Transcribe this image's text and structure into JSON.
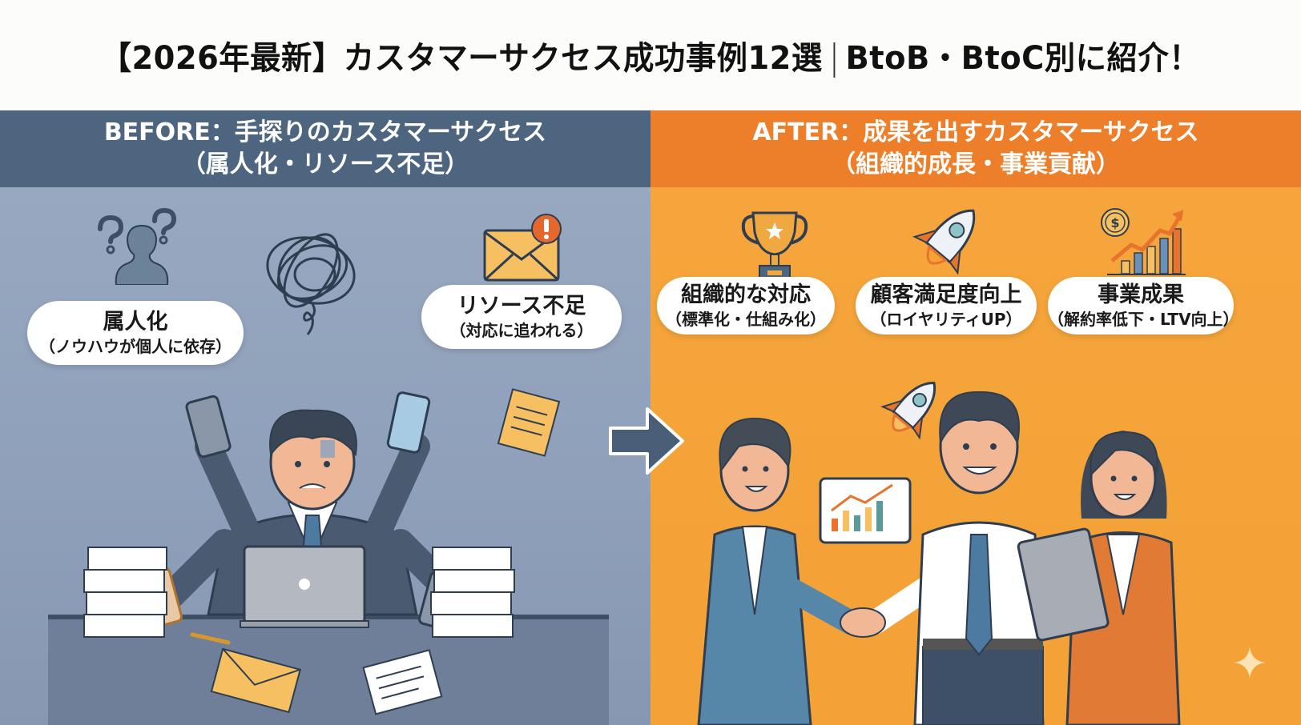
{
  "title": {
    "main": "【2026年最新】カスタマーサクセス成功事例12選",
    "sub": "BtoB・BtoC別に紹介！"
  },
  "before": {
    "header_line1": "BEFORE：手探りのカスタマーサクセス",
    "header_line2": "（属人化・リソース不足）",
    "color": "#4e6580",
    "pills": [
      {
        "main": "属人化",
        "sub": "（ノウハウが個人に依存）",
        "icon": "confused-person-icon"
      },
      {
        "main": "リソース不足",
        "sub": "（対応に追われる）",
        "icon": "mail-alert-icon"
      }
    ],
    "illustration": "overwhelmed-businessman-with-phones-and-paperwork"
  },
  "after": {
    "header_line1": "AFTER：成果を出すカスタマーサクセス",
    "header_line2": "（組織的成長・事業貢献）",
    "color": "#ee7f2a",
    "pills": [
      {
        "main": "組織的な対応",
        "sub": "（標準化・仕組み化）",
        "icon": "trophy-icon"
      },
      {
        "main": "顧客満足度向上",
        "sub": "（ロイヤリティUP）",
        "icon": "rocket-icon"
      },
      {
        "main": "事業成果",
        "sub": "（解約率低下・LTV向上）",
        "icon": "growth-chart-icon"
      }
    ],
    "illustration": "team-handshake-with-growth-chart"
  },
  "transition_icon": "arrow-right-icon"
}
